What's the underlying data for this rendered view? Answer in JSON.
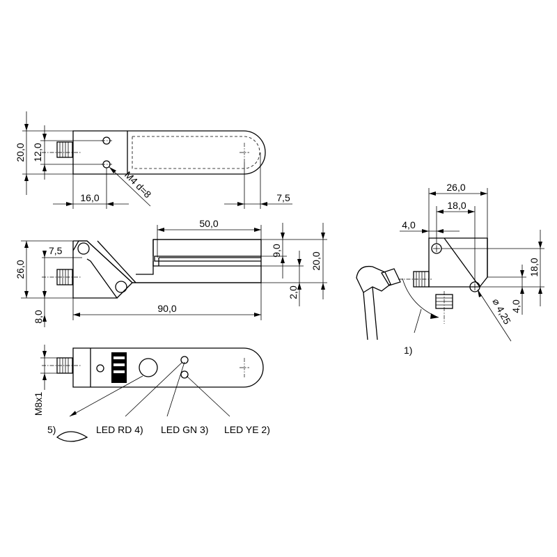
{
  "dimensions": {
    "top_height_20": "20,0",
    "top_holes_12": "12,0",
    "top_offset_16": "16,0",
    "top_thread": "M4 d=8",
    "top_radius_7_5": "7,5",
    "mid_slot_50": "50,0",
    "mid_height_26": "26,0",
    "mid_offset_7_5": "7,5",
    "mid_slot_9": "9,0",
    "mid_height_20": "20,0",
    "mid_gap_2": "2,0",
    "mid_bottom_8": "8,0",
    "mid_length_90": "90,0",
    "bottom_thread": "M8x1",
    "side_width_26": "26,0",
    "side_width_18": "18,0",
    "side_offset_4": "4,0",
    "side_height_18": "18,0",
    "side_hole_4": "4,0",
    "side_hole_dia": "⌀ 4,25"
  },
  "callouts": {
    "note_1": "1)",
    "note_5": "5)",
    "led_red": "LED RD 4)",
    "led_green": "LED GN 3)",
    "led_yellow": "LED YE 2)"
  },
  "icons": {
    "connector": "m8-connector-icon",
    "brand": "brand-logo"
  }
}
